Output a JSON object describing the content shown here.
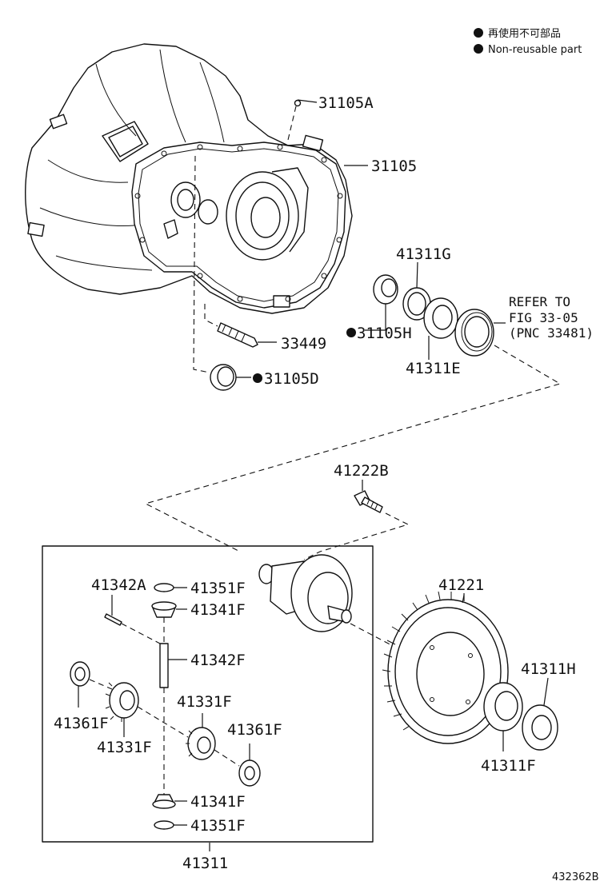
{
  "legend": {
    "line_ja": "再使用不可部品",
    "line_en": "Non-reusable part"
  },
  "parts": {
    "p31105A": "31105A",
    "p31105": "31105",
    "p41311G": "41311G",
    "ref_line1": "REFER TO",
    "ref_line2": "FIG 33-05",
    "ref_line3": "(PNC 33481)",
    "p31105H": "31105H",
    "p41311E": "41311E",
    "p33449": "33449",
    "p31105D": "31105D",
    "p41222B": "41222B",
    "p41342A": "41342A",
    "p41351F_top": "41351F",
    "p41341F_top": "41341F",
    "p41342F": "41342F",
    "p41221": "41221",
    "p41331F_right": "41331F",
    "p41361F_left": "41361F",
    "p41331F_left": "41331F",
    "p41361F_right": "41361F",
    "p41311H": "41311H",
    "p41311F": "41311F",
    "p41341F_bottom": "41341F",
    "p41351F_bottom": "41351F",
    "p41311": "41311"
  },
  "figure_number": "432362B"
}
